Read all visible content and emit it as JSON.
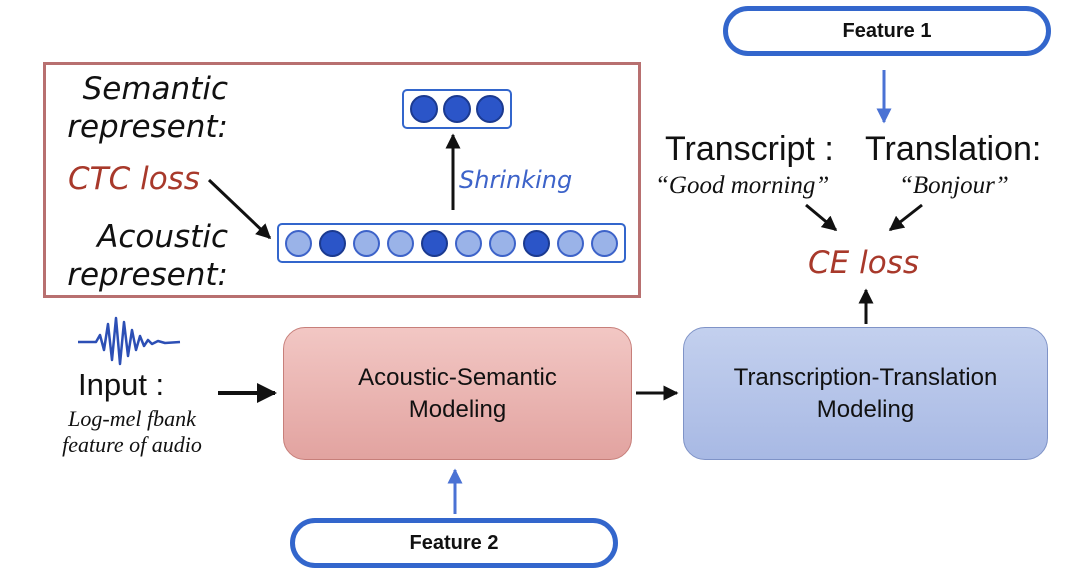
{
  "feature1": {
    "label": "Feature 1"
  },
  "feature2": {
    "label": "Feature 2"
  },
  "inset": {
    "semantic_label": "Semantic\nrepresent:",
    "ctc_loss": "CTC loss",
    "acoustic_label": "Acoustic\nrepresent:",
    "shrinking": "Shrinking"
  },
  "outputs": {
    "transcript_label": "Transcript :",
    "transcript_example": "“Good morning”",
    "translation_label": "Translation:",
    "translation_example": "“Bonjour”",
    "ce_loss": "CE loss"
  },
  "input": {
    "label": "Input :",
    "description": "Log-mel fbank\nfeature of audio"
  },
  "modules": {
    "acoustic_semantic": "Acoustic-Semantic\nModeling",
    "transcription_translation": "Transcription-Translation\nModeling"
  },
  "colors": {
    "accent_blue": "#3366cc",
    "loss_red": "#a8392b",
    "acoustic_box": "#e8a9a6",
    "transcription_box": "#b3c2e6",
    "dark_node": "#2b55c8",
    "light_node": "#9ab3e8"
  }
}
